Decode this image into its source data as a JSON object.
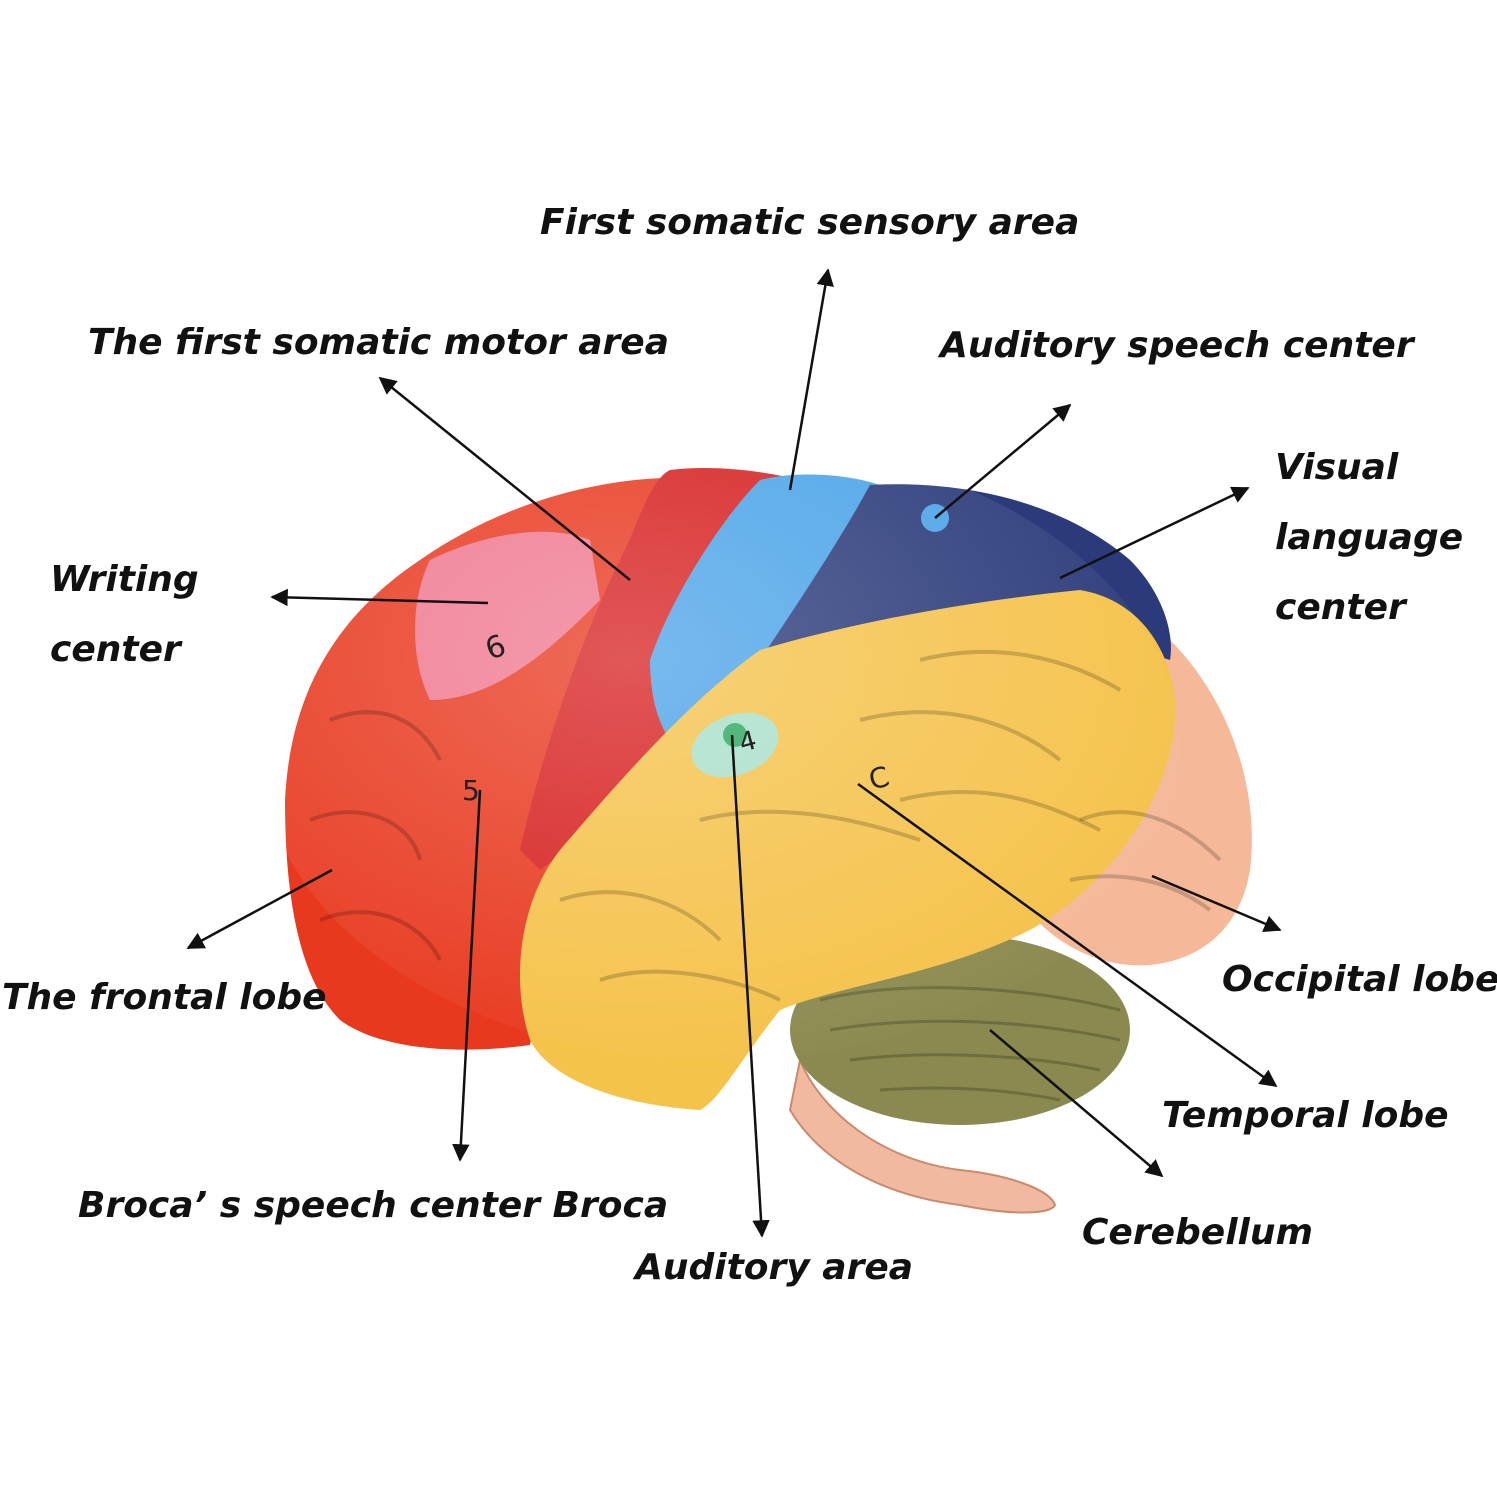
{
  "labels": {
    "first_somatic_sensory_area": "First somatic sensory area",
    "first_somatic_motor_area": "The first somatic motor area",
    "auditory_speech_center": "Auditory speech center",
    "visual_language_center": [
      "Visual",
      "language",
      "center"
    ],
    "writing_center": [
      "Writing",
      "center"
    ],
    "frontal_lobe": "The frontal lobe",
    "occipital_lobe": "Occipital lobe",
    "temporal_lobe": "Temporal lobe",
    "brocas_speech_center": "Broca’ s speech center Broca",
    "auditory_area": "Auditory area",
    "cerebellum": "Cerebellum"
  },
  "model_marks": [
    "6",
    "5",
    "4",
    "C"
  ],
  "colors": {
    "frontal": "#e8391f",
    "motor": "#d71f1f",
    "writing": "#f07890",
    "sensory": "#4aa3e8",
    "parietal": "#2a3a7a",
    "temporal": "#f5c24a",
    "occipital": "#f5b898",
    "cerebellum": "#8a8a50",
    "auditory": "#a8e0c8",
    "arrow": "#111111"
  }
}
